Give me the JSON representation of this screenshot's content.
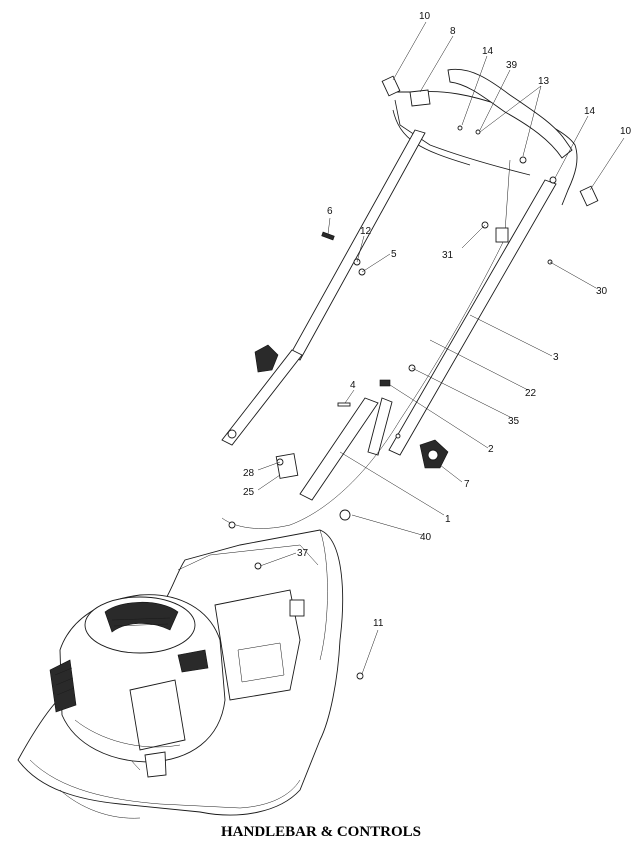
{
  "caption": "HANDLEBAR & CONTROLS",
  "callouts": [
    {
      "id": "c10a",
      "label": "10"
    },
    {
      "id": "c8",
      "label": "8"
    },
    {
      "id": "c14a",
      "label": "14"
    },
    {
      "id": "c39",
      "label": "39"
    },
    {
      "id": "c13",
      "label": "13"
    },
    {
      "id": "c14b",
      "label": "14"
    },
    {
      "id": "c10b",
      "label": "10"
    },
    {
      "id": "c6",
      "label": "6"
    },
    {
      "id": "c12",
      "label": "12"
    },
    {
      "id": "c5",
      "label": "5"
    },
    {
      "id": "c31",
      "label": "31"
    },
    {
      "id": "c30",
      "label": "30"
    },
    {
      "id": "c3",
      "label": "3"
    },
    {
      "id": "c22",
      "label": "22"
    },
    {
      "id": "c4",
      "label": "4"
    },
    {
      "id": "c35",
      "label": "35"
    },
    {
      "id": "c2",
      "label": "2"
    },
    {
      "id": "c7",
      "label": "7"
    },
    {
      "id": "c28",
      "label": "28"
    },
    {
      "id": "c25",
      "label": "25"
    },
    {
      "id": "c1",
      "label": "1"
    },
    {
      "id": "c40",
      "label": "40"
    },
    {
      "id": "c37",
      "label": "37"
    },
    {
      "id": "c11",
      "label": "11"
    }
  ]
}
